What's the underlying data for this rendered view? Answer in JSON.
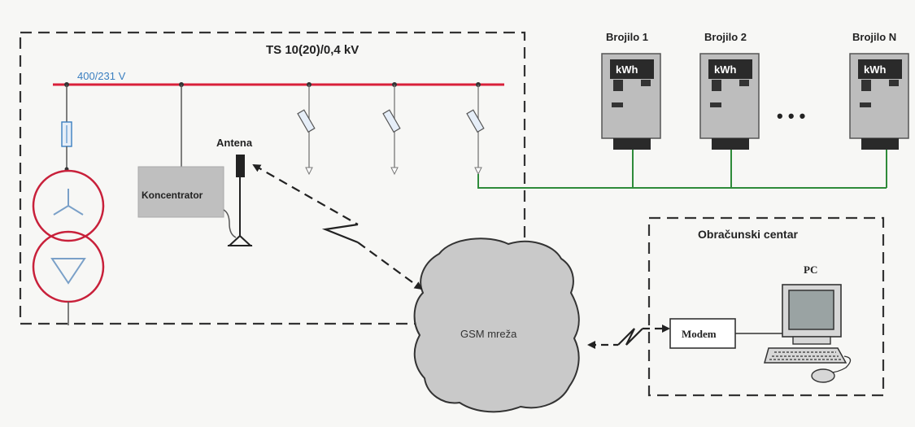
{
  "substation": {
    "title": "TS 10(20)/0,4 kV",
    "busbar_voltage": "400/231 V",
    "concentrator_label": "Koncentrator",
    "antenna_label": "Antena"
  },
  "meters": {
    "labels": [
      "Brojilo 1",
      "Brojilo 2",
      "Brojilo N"
    ],
    "display_unit": "kWh",
    "ellipsis": "• • •"
  },
  "network": {
    "gsm_label": "GSM mreža"
  },
  "billing_center": {
    "title": "Obračunski centar",
    "modem_label": "Modem",
    "pc_label": "PC"
  },
  "colors": {
    "busbar": "#d9203a",
    "transformer": "#c8203a",
    "meter_wire": "#2e8b3a",
    "voltage_text": "#3a7fc0",
    "cloud_fill": "#c9c9c9",
    "concentrator_fill": "#bfbfbf",
    "meter_body": "#bdbdbd",
    "dash": "#333333"
  }
}
